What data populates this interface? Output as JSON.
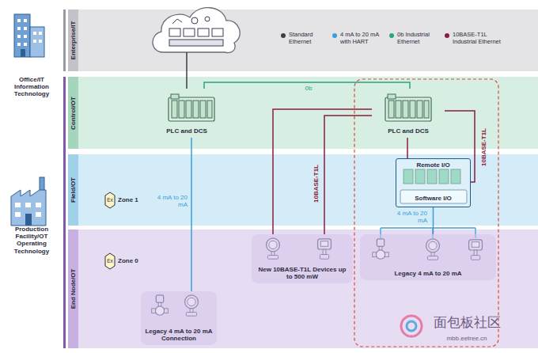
{
  "diagram": {
    "nodes": [
      {
        "text": [
          "Enterprise/IT"
        ]
      },
      {
        "text": [
          "Control/OT"
        ]
      },
      {
        "text": [
          "Field/OT"
        ]
      },
      {
        "text": [
          "End Node/OT"
        ]
      },
      {
        "text": [
          "PLC and DCS"
        ],
        "in": 1
      },
      {
        "text": [
          "PLC and DCS"
        ],
        "in": 1
      },
      {
        "text": [
          "Remote I/O",
          "Software I/O"
        ],
        "in": 2
      },
      {
        "text": [
          "New 10BASE-T1L Devices up to 500 mW"
        ],
        "in": 3
      },
      {
        "text": [
          "Legacy 4 mA to 20 mA"
        ],
        "in": 3
      },
      {
        "text": [
          "Legacy 4 mA to 20 mA Connection"
        ],
        "in": 3
      }
    ],
    "edges": [
      {
        "from": 4,
        "to": 5,
        "label": "0b",
        "arrow": "none"
      },
      {
        "from": 4,
        "to": 9,
        "label": "4 mA to 20 mA",
        "arrow": "none"
      },
      {
        "from": 5,
        "to": 7,
        "arrow": "none"
      },
      {
        "from": 5,
        "to": 7,
        "label": "10BASE-T1L",
        "arrow": "none"
      },
      {
        "from": 5,
        "to": 6,
        "label": "10BASE-T1L",
        "arrow": "none"
      },
      {
        "from": 6,
        "to": 8,
        "label": "4 mA to 20 mA",
        "arrow": "none"
      },
      {
        "from": 5,
        "to": 6,
        "arrow": "none"
      }
    ],
    "labels": [
      "Office/IT Information Technology",
      "Production Facility/OT Operating Technology",
      "Ex",
      "Zone 1",
      "Ex",
      "Zone 0",
      "面包板社区",
      "mbb.eetree.cn"
    ],
    "legend": [
      {
        "text": "Standard Ethernet",
        "color": "#3d3d48"
      },
      {
        "text": "4 mA to 20 mA with HART",
        "color": "#3a9fd8"
      },
      {
        "text": "0b Industrial Ethernet",
        "color": "#2aa57a"
      },
      {
        "text": "10BASE-T1L Industrial Ethernet",
        "color": "#8c1c3e"
      }
    ]
  }
}
